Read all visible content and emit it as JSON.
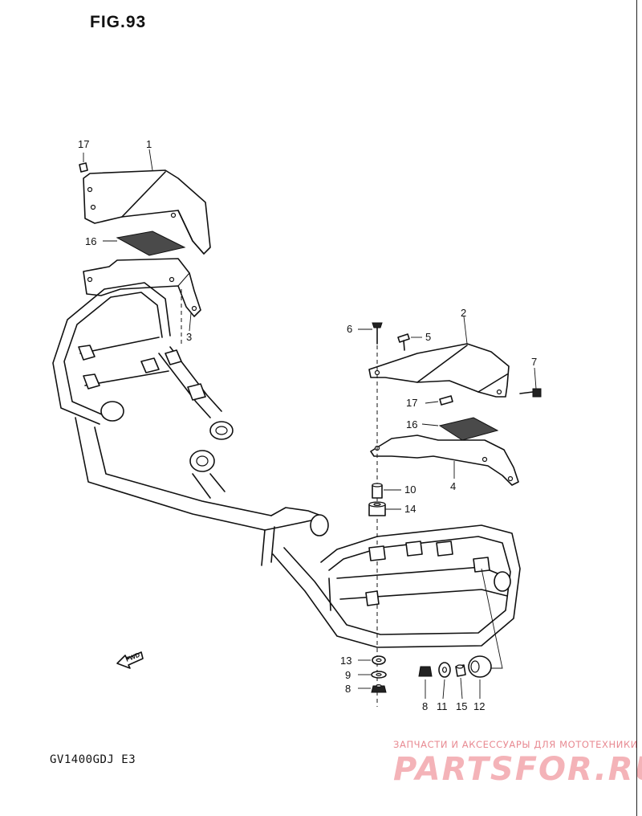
{
  "figure": {
    "title": "FIG.93",
    "model": "GV1400GDJ E3",
    "fwd_mark": "FWD"
  },
  "watermark": {
    "tagline": "ЗАПЧАСТИ И АКСЕССУАРЫ ДЛЯ МОТОТЕХНИКИ",
    "brand": "PARTSFOR.RU",
    "colors": {
      "tagline": "#e88a92",
      "brand": "#f4b3b8"
    }
  },
  "callouts": [
    {
      "id": "c17a",
      "label": "17"
    },
    {
      "id": "c1",
      "label": "1"
    },
    {
      "id": "c16a",
      "label": "16"
    },
    {
      "id": "c3",
      "label": "3"
    },
    {
      "id": "c2",
      "label": "2"
    },
    {
      "id": "c6",
      "label": "6"
    },
    {
      "id": "c5",
      "label": "5"
    },
    {
      "id": "c7",
      "label": "7"
    },
    {
      "id": "c17b",
      "label": "17"
    },
    {
      "id": "c16b",
      "label": "16"
    },
    {
      "id": "c4",
      "label": "4"
    },
    {
      "id": "c10",
      "label": "10"
    },
    {
      "id": "c14",
      "label": "14"
    },
    {
      "id": "c13",
      "label": "13"
    },
    {
      "id": "c9",
      "label": "9"
    },
    {
      "id": "c8a",
      "label": "8"
    },
    {
      "id": "c8b",
      "label": "8"
    },
    {
      "id": "c11",
      "label": "11"
    },
    {
      "id": "c15",
      "label": "15"
    },
    {
      "id": "c12",
      "label": "12"
    }
  ]
}
